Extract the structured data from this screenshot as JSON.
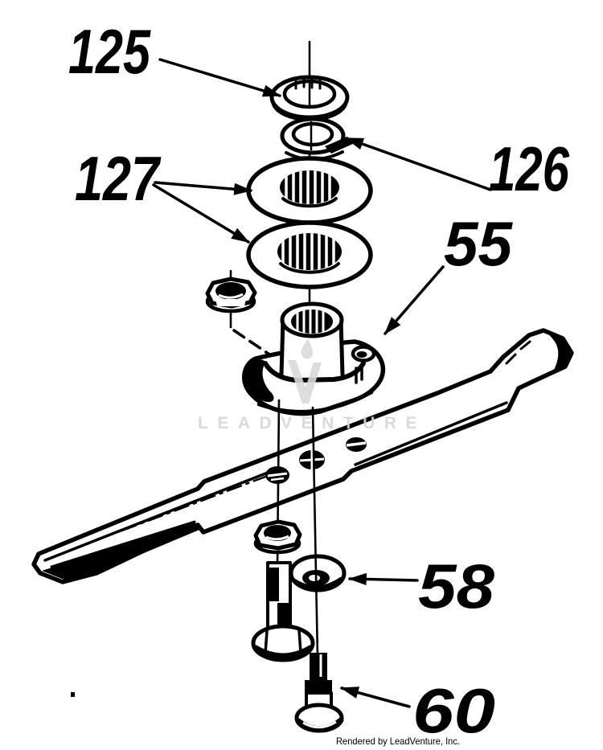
{
  "diagram": {
    "background": "#ffffff",
    "line_color": "#000000",
    "callouts": [
      {
        "label": "125",
        "points_to": "bell-washer"
      },
      {
        "label": "126",
        "points_to": "lock-washer"
      },
      {
        "label": "127",
        "points_to": "splined-flat-washers"
      },
      {
        "label": "55",
        "points_to": "blade-adapter-spindle"
      },
      {
        "label": "58",
        "points_to": "cupped-washer"
      },
      {
        "label": "60",
        "points_to": "hex-head-bolt"
      }
    ]
  },
  "watermark": {
    "text": "LEADVENTURE",
    "color": "#d7d7d7"
  },
  "footer": {
    "text": "Rendered by LeadVenture, Inc."
  }
}
